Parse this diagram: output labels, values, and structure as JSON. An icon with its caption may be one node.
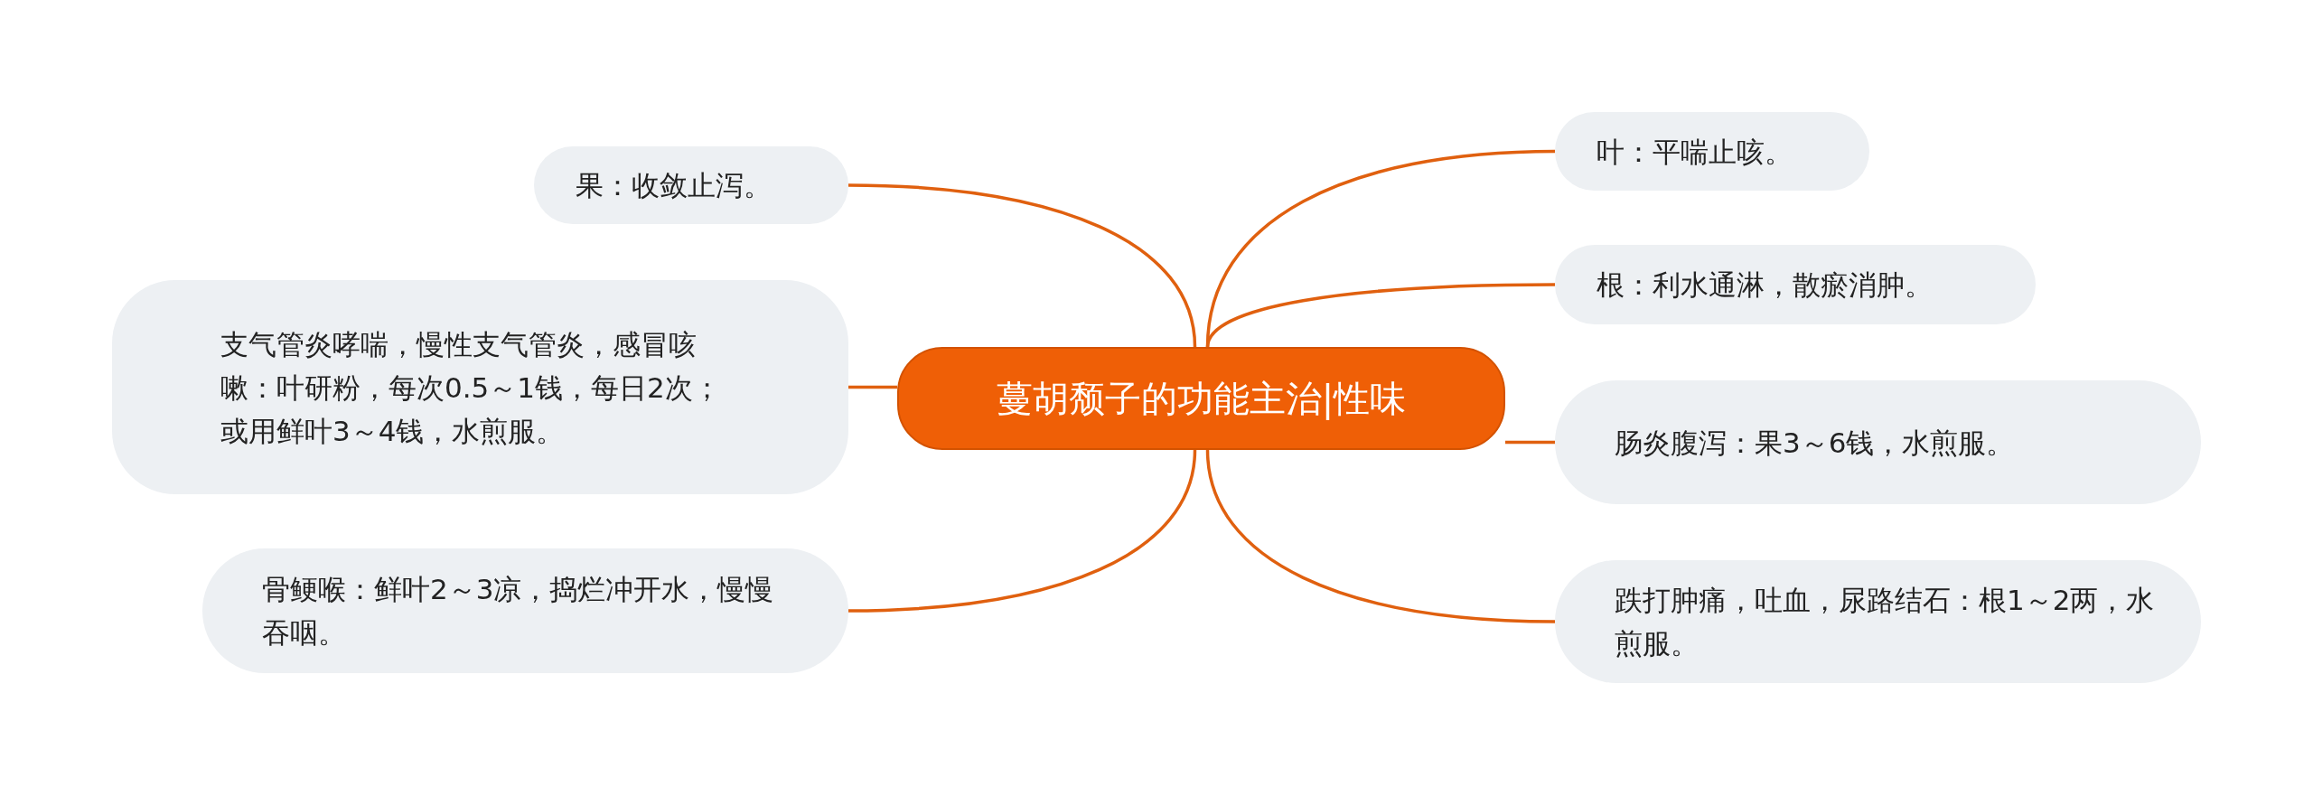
{
  "diagram": {
    "nodes": [
      {
        "text": [
          "蔓胡颓子的功能主治|性味"
        ]
      },
      {
        "text": [
          "果：收敛止泻。"
        ]
      },
      {
        "text": [
          "支气管炎哮喘，慢性支气管炎，感冒咳嗽：叶研粉，每次0.5～1钱，每日2次；或用鲜叶3～4钱，水煎服。"
        ]
      },
      {
        "text": [
          "骨鲠喉：鲜叶2～3凉，捣烂冲开水，慢慢吞咽。"
        ]
      },
      {
        "text": [
          "叶：平喘止咳。"
        ]
      },
      {
        "text": [
          "根：利水通淋，散瘀消肿。"
        ]
      },
      {
        "text": [
          "肠炎腹泻：果3～6钱，水煎服。"
        ]
      },
      {
        "text": [
          "跌打肿痛，吐血，尿路结石：根1～2两，水煎服。"
        ]
      }
    ],
    "edges": [
      {
        "from": 0,
        "to": 1,
        "arrow": "none"
      },
      {
        "from": 0,
        "to": 2,
        "arrow": "none"
      },
      {
        "from": 0,
        "to": 3,
        "arrow": "none"
      },
      {
        "from": 0,
        "to": 4,
        "arrow": "none"
      },
      {
        "from": 0,
        "to": 5,
        "arrow": "none"
      },
      {
        "from": 0,
        "to": 6,
        "arrow": "none"
      },
      {
        "from": 0,
        "to": 7,
        "arrow": "none"
      }
    ]
  }
}
